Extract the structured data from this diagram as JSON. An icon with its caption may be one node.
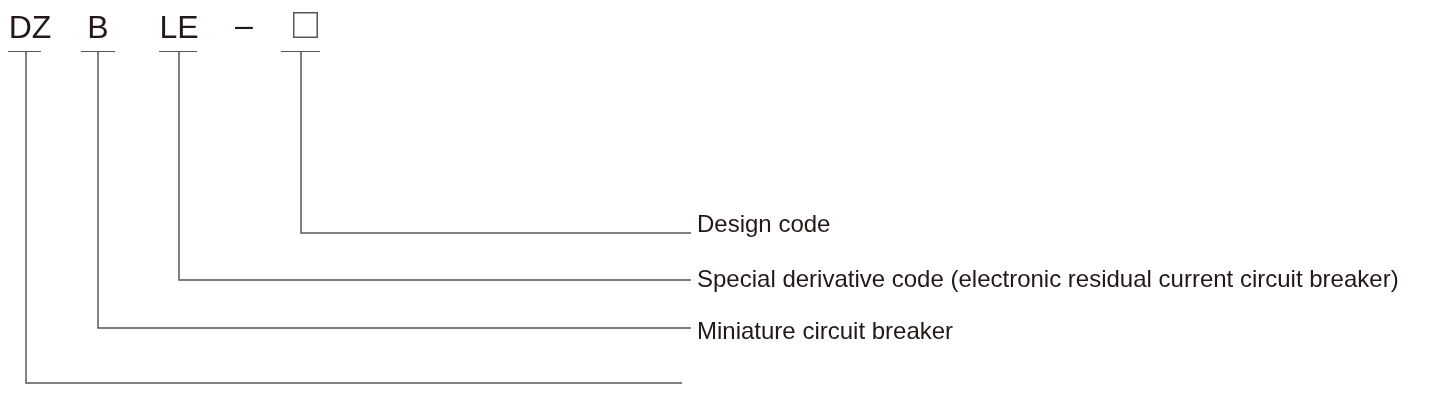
{
  "diagram": {
    "nodes": [
      {
        "text": [
          "DZ"
        ]
      },
      {
        "text": [
          "B"
        ]
      },
      {
        "text": [
          "LE"
        ]
      },
      {
        "text": [],
        "shape": "box"
      },
      {
        "text": [
          "Design code"
        ]
      },
      {
        "text": [
          "Special derivative code (electronic residual current circuit breaker)"
        ]
      },
      {
        "text": [
          "Miniature circuit breaker"
        ]
      }
    ],
    "edges": [
      {
        "from": 3,
        "to": 4,
        "arrow": "none"
      },
      {
        "from": 2,
        "to": 5,
        "arrow": "none"
      },
      {
        "from": 1,
        "to": 6,
        "arrow": "none"
      },
      {
        "from": 0,
        "to": null,
        "arrow": "none"
      }
    ],
    "labels": [
      "–"
    ]
  }
}
